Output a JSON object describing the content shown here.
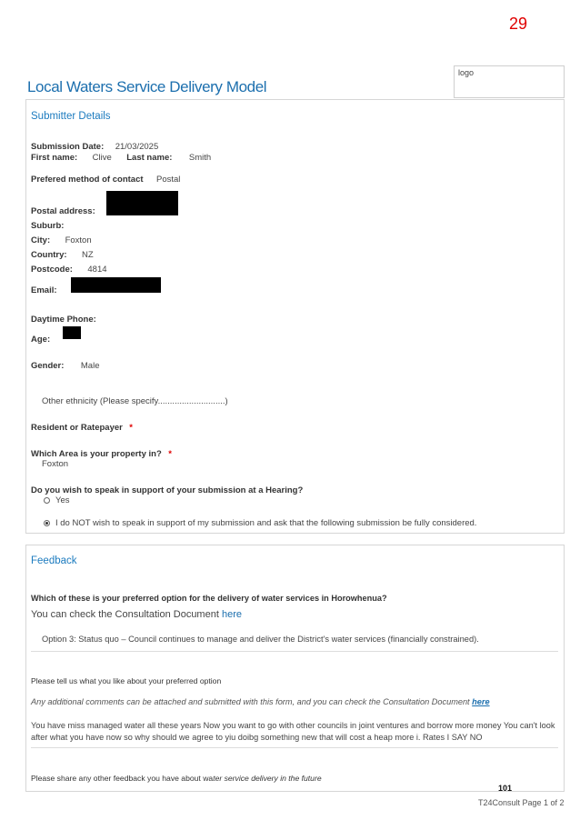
{
  "page_number": "29",
  "logo_text": "logo",
  "title": "Local Waters Service Delivery Model",
  "submitter": {
    "section_title": "Submitter Details",
    "submission_date_label": "Submission Date:",
    "submission_date": "21/03/2025",
    "first_name_label": "First name:",
    "first_name": "Clive",
    "last_name_label": "Last name:",
    "last_name": "Smith",
    "contact_label": "Prefered method of contact",
    "contact": "Postal",
    "postal_label": "Postal address:",
    "suburb_label": "Suburb:",
    "city_label": "City:",
    "city": "Foxton",
    "country_label": "Country:",
    "country": "NZ",
    "postcode_label": "Postcode:",
    "postcode": "4814",
    "email_label": "Email:",
    "phone_label": "Daytime Phone:",
    "age_label": "Age:",
    "gender_label": "Gender:",
    "gender": "Male",
    "ethnicity_other": "Other ethnicity (Please specify............................)",
    "resident_label": "Resident or Ratepayer",
    "area_label": "Which Area is your property in?",
    "area": "Foxton",
    "required_mark": "*",
    "hearing_question": "Do you wish to speak in support of your submission at a Hearing?",
    "hearing_yes": "Yes",
    "hearing_no": "I do NOT wish to speak in support of my submission and ask that the following submission be fully considered."
  },
  "feedback": {
    "section_title": "Feedback",
    "question1": "Which of these is your preferred option for the delivery of water services in Horowhenua?",
    "consult_text": "You can check the Consultation Document ",
    "consult_link": "here",
    "answer1": "Option 3: Status quo – Council continues to manage and deliver the District's water services (financially constrained).",
    "question2": "Please tell us what you like about your preferred option",
    "note2": "Any additional comments can be attached and submitted with this form, and you can check the Consultation Document ",
    "note2_link": "here",
    "answer2_line1": "You have miss managed water all these years Now you want to go with other councils in joint ventures and borrow more money You can't look",
    "answer2_line2": "after what you have now so why should we agree to yiu doibg something new that will cost a heap more i. Rates I SAY NO",
    "question3_part1": "Please share any other feedback you have about wa",
    "question3_part2": "ter service delivery in the future"
  },
  "footer": {
    "number": "101",
    "text": "T24Consult  Page 1 of 2"
  }
}
